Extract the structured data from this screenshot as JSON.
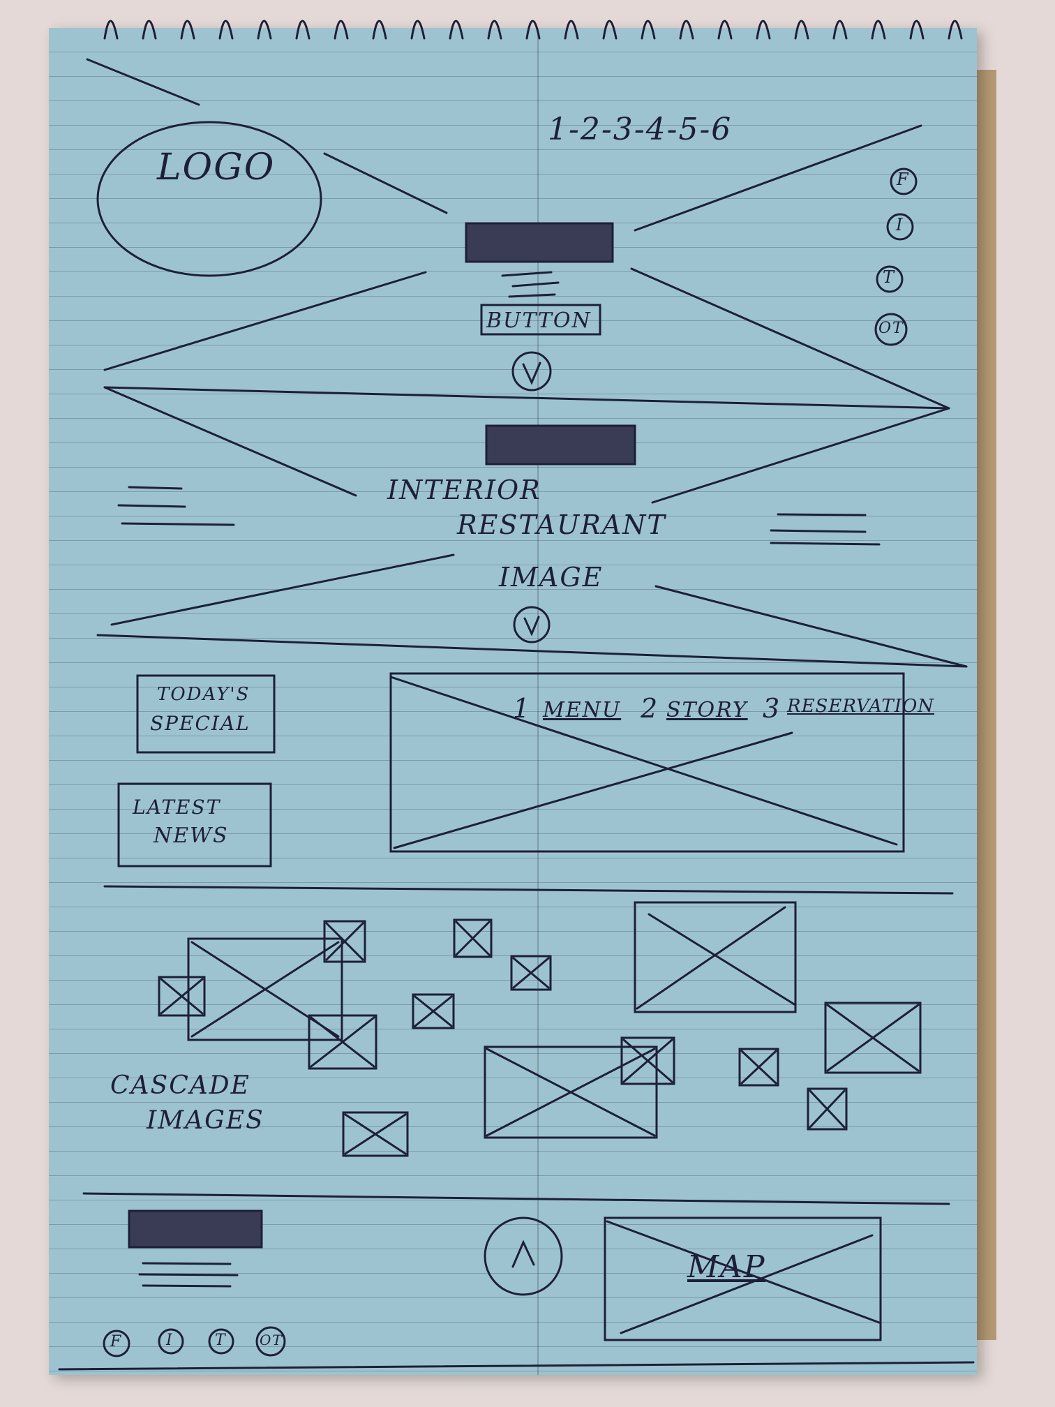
{
  "header": {
    "logo": "LOGO",
    "pagination": "1-2-3-4-5-6",
    "button": "BUTTON",
    "social_icons": [
      "F",
      "I",
      "T",
      "OT"
    ]
  },
  "hero": {
    "caption_line1": "INTERIOR",
    "caption_line2": "RESTAURANT",
    "caption_line3": "IMAGE"
  },
  "features": {
    "todays_special_line1": "TODAY'S",
    "todays_special_line2": "SPECIAL",
    "latest_news_line1": "LATEST",
    "latest_news_line2": "NEWS",
    "tabs": [
      {
        "num": "1",
        "label": "MENU"
      },
      {
        "num": "2",
        "label": "STORY"
      },
      {
        "num": "3",
        "label": "RESERVATION"
      }
    ]
  },
  "gallery": {
    "label_line1": "CASCADE",
    "label_line2": "IMAGES"
  },
  "footer": {
    "map": "MAP",
    "social_icons": [
      "F",
      "I",
      "T",
      "OT"
    ]
  }
}
